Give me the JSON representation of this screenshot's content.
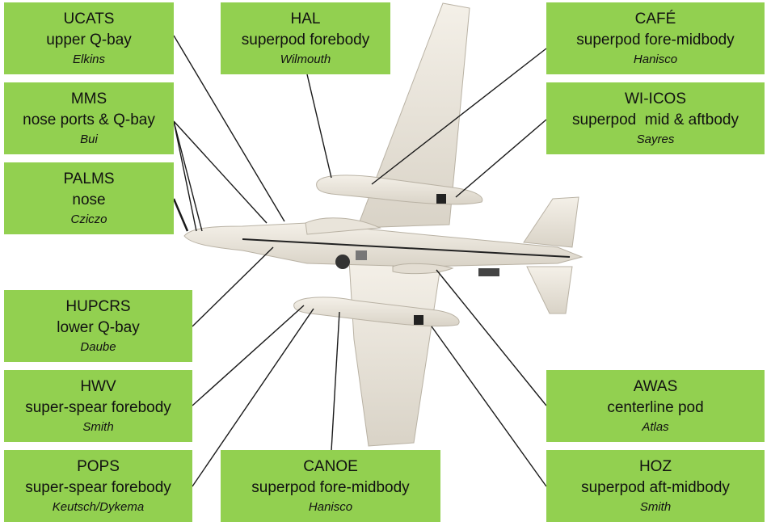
{
  "instruments": [
    {
      "id": "ucats",
      "name": "UCATS",
      "location": "upper Q-bay",
      "pi": "Elkins"
    },
    {
      "id": "hal",
      "name": "HAL",
      "location": "superpod forebody",
      "pi": "Wilmouth"
    },
    {
      "id": "cafe",
      "name": "CAFÉ",
      "location": "superpod fore-midbody",
      "pi": "Hanisco"
    },
    {
      "id": "mms",
      "name": "MMS",
      "location": "nose ports & Q-bay",
      "pi": "Bui"
    },
    {
      "id": "wi-icos",
      "name": "WI-ICOS",
      "location": "superpod  mid & aftbody",
      "pi": "Sayres"
    },
    {
      "id": "palms",
      "name": "PALMS",
      "location": "nose",
      "pi": "Cziczo"
    },
    {
      "id": "hupcrs",
      "name": "HUPCRS",
      "location": "lower Q-bay",
      "pi": "Daube"
    },
    {
      "id": "hwv",
      "name": "HWV",
      "location": "super-spear forebody",
      "pi": "Smith"
    },
    {
      "id": "pops",
      "name": "POPS",
      "location": "super-spear forebody",
      "pi": "Keutsch/Dykema"
    },
    {
      "id": "canoe",
      "name": "CANOE",
      "location": "superpod fore-midbody",
      "pi": "Hanisco"
    },
    {
      "id": "awas",
      "name": "AWAS",
      "location": "centerline pod",
      "pi": "Atlas"
    },
    {
      "id": "hoz",
      "name": "HOZ",
      "location": "superpod aft-midbody",
      "pi": "Smith"
    }
  ],
  "colors": {
    "box": "#92d050",
    "aircraft": "#ebe6dc",
    "line": "#1a1a1a"
  }
}
